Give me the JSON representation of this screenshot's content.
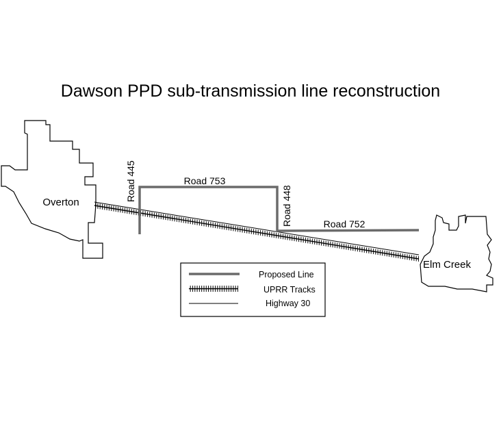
{
  "map": {
    "title": "Dawson PPD sub-transmission line reconstruction",
    "towns": {
      "overton": "Overton",
      "elm_creek": "Elm Creek"
    },
    "roads": {
      "road_445": "Road 445",
      "road_753": "Road 753",
      "road_448": "Road 448",
      "road_752": "Road 752"
    },
    "legend": {
      "proposed_line": "Proposed Line",
      "uprr_tracks": "UPRR Tracks",
      "highway_30": "Highway 30"
    },
    "colors": {
      "proposed_line": "#6b6b6b",
      "town_outline": "#000000",
      "tracks": "#000000",
      "highway": "#000000"
    },
    "icons": {
      "proposed_line": "thick-gray-line-symbol",
      "uprr_tracks": "railroad-track-symbol",
      "highway_30": "thin-line-symbol"
    }
  }
}
